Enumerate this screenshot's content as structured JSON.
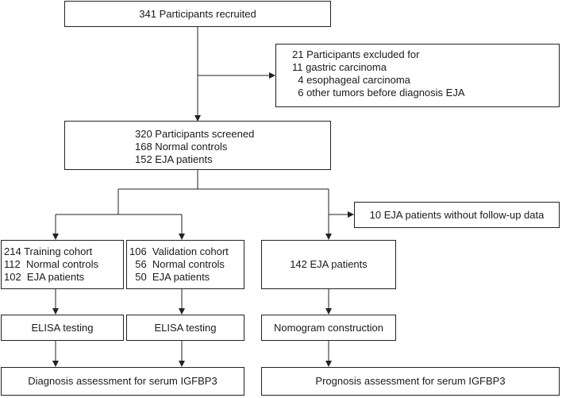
{
  "recruited": {
    "text": "341 Participants recruited"
  },
  "excluded": {
    "lines": [
      "21 Participants excluded for",
      "11 gastric carcinoma",
      "  4 esophageal carcinoma",
      "  6 other tumors before diagnosis EJA"
    ]
  },
  "screened": {
    "lines": [
      "320 Participants screened",
      "168 Normal controls",
      "152 EJA patients"
    ]
  },
  "no_followup": {
    "text": "10 EJA patients without follow-up data"
  },
  "training": {
    "lines": [
      "214 Training cohort",
      "112  Normal controls",
      "102  EJA patients"
    ]
  },
  "validation": {
    "lines": [
      "106  Validation cohort",
      "  56  Normal controls",
      "  50  EJA patients"
    ]
  },
  "prognosis_cohort": {
    "text": "142 EJA patients"
  },
  "elisa_training": {
    "text": "ELISA testing"
  },
  "elisa_validation": {
    "text": "ELISA testing"
  },
  "nomogram": {
    "text": "Nomogram construction"
  },
  "diagnosis_assessment": {
    "text": "Diagnosis assessment for serum IGFBP3"
  },
  "prognosis_assessment": {
    "text": "Prognosis assessment for serum IGFBP3"
  },
  "colors": {
    "line": "#222222",
    "box_border": "#222222"
  }
}
